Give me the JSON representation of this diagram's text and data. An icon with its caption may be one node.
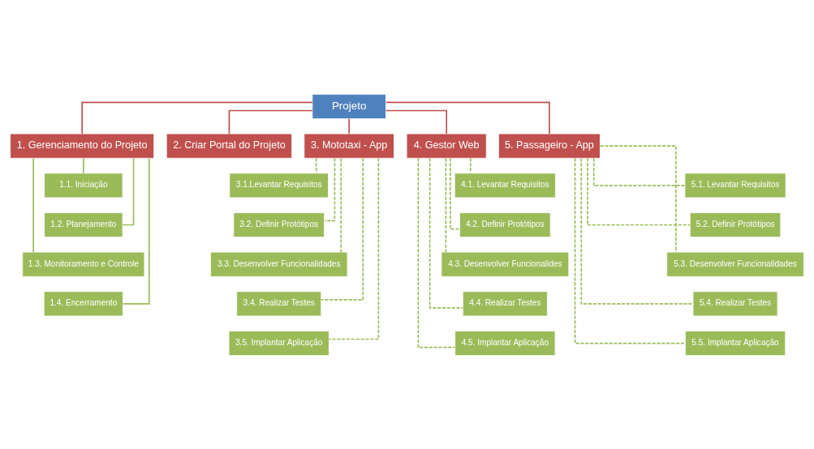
{
  "diagram": {
    "nodes": [
      {
        "text": [
          "Projeto"
        ]
      },
      {
        "text": [
          "1. Gerenciamento do Projeto"
        ]
      },
      {
        "text": [
          "2. Criar Portal do Projeto"
        ]
      },
      {
        "text": [
          "3. Mototaxi - App"
        ]
      },
      {
        "text": [
          "4. Gestor Web"
        ]
      },
      {
        "text": [
          "5. Passageiro - App"
        ]
      },
      {
        "text": [
          "1.1. Iniciação"
        ]
      },
      {
        "text": [
          "1.2. Planejamento"
        ]
      },
      {
        "text": [
          "1.3. Monitoramento e Controle"
        ]
      },
      {
        "text": [
          "1.4. Encerramento"
        ]
      },
      {
        "text": [
          "3.1.Levantar Requisitos"
        ]
      },
      {
        "text": [
          "3.2. Definir Protótipos"
        ]
      },
      {
        "text": [
          "3.3. Desenvolver Funcionalidades"
        ]
      },
      {
        "text": [
          "3.4. Realizar Testes"
        ]
      },
      {
        "text": [
          "3.5. Implantar Aplicação"
        ]
      },
      {
        "text": [
          "4.1. Levantar Requisitos"
        ]
      },
      {
        "text": [
          "4.2. Definir Protótipos"
        ]
      },
      {
        "text": [
          "4.3. Desenvolver Funcionalides"
        ]
      },
      {
        "text": [
          "4.4. Realizar Testes"
        ]
      },
      {
        "text": [
          "4.5. Implantar Aplicação"
        ]
      },
      {
        "text": [
          "5.1. Levantar Requisitos"
        ]
      },
      {
        "text": [
          "5.2. Definir Protótipos"
        ]
      },
      {
        "text": [
          "5.3. Desenvolver Funcionalidades"
        ]
      },
      {
        "text": [
          "5.4. Realizar Testes"
        ]
      },
      {
        "text": [
          "5.5. Implantar Aplicação"
        ]
      }
    ],
    "edges": [
      {
        "from": 0,
        "to": 1,
        "arrow": "none",
        "color": "#c0504d"
      },
      {
        "from": 0,
        "to": 2,
        "arrow": "none",
        "color": "#c0504d"
      },
      {
        "from": 0,
        "to": 3,
        "arrow": "none",
        "color": "#c0504d"
      },
      {
        "from": 0,
        "to": 4,
        "arrow": "none",
        "color": "#c0504d"
      },
      {
        "from": 0,
        "to": 5,
        "arrow": "none",
        "color": "#c0504d"
      },
      {
        "from": 1,
        "to": 6,
        "arrow": "none"
      },
      {
        "from": 1,
        "to": 7,
        "arrow": "none"
      },
      {
        "from": 1,
        "to": 8,
        "arrow": "none"
      },
      {
        "from": 1,
        "to": 9,
        "arrow": "none"
      },
      {
        "from": 3,
        "to": 10,
        "arrow": "none",
        "style": "dashed"
      },
      {
        "from": 3,
        "to": 11,
        "arrow": "none",
        "style": "dashed"
      },
      {
        "from": 3,
        "to": 12,
        "arrow": "none",
        "style": "dashed"
      },
      {
        "from": 3,
        "to": 13,
        "arrow": "none",
        "style": "dashed"
      },
      {
        "from": 3,
        "to": 14,
        "arrow": "none",
        "style": "dashed"
      },
      {
        "from": 4,
        "to": 15,
        "arrow": "none",
        "style": "dashed"
      },
      {
        "from": 4,
        "to": 16,
        "arrow": "none",
        "style": "dashed"
      },
      {
        "from": 4,
        "to": 17,
        "arrow": "none",
        "style": "dashed"
      },
      {
        "from": 4,
        "to": 18,
        "arrow": "none",
        "style": "dashed"
      },
      {
        "from": 4,
        "to": 19,
        "arrow": "none",
        "style": "dashed"
      },
      {
        "from": 5,
        "to": 20,
        "arrow": "none",
        "style": "dashed"
      },
      {
        "from": 5,
        "to": 21,
        "arrow": "none",
        "style": "dashed"
      },
      {
        "from": 5,
        "to": 22,
        "arrow": "none",
        "style": "dashed"
      },
      {
        "from": 5,
        "to": 23,
        "arrow": "none",
        "style": "dashed"
      },
      {
        "from": 5,
        "to": 24,
        "arrow": "none",
        "style": "dashed"
      }
    ]
  }
}
